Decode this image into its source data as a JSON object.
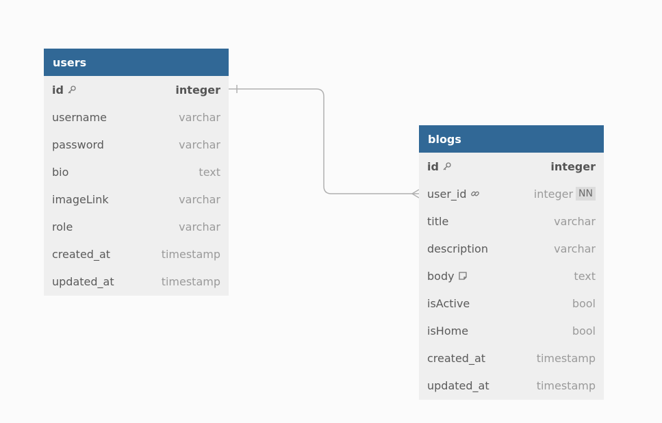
{
  "diagram": {
    "tables": [
      {
        "id": "users",
        "name": "users",
        "fields": [
          {
            "name": "id",
            "type": "integer",
            "pk": true,
            "icon": "key-icon"
          },
          {
            "name": "username",
            "type": "varchar"
          },
          {
            "name": "password",
            "type": "varchar"
          },
          {
            "name": "bio",
            "type": "text"
          },
          {
            "name": "imageLink",
            "type": "varchar"
          },
          {
            "name": "role",
            "type": "varchar"
          },
          {
            "name": "created_at",
            "type": "timestamp"
          },
          {
            "name": "updated_at",
            "type": "timestamp"
          }
        ]
      },
      {
        "id": "blogs",
        "name": "blogs",
        "fields": [
          {
            "name": "id",
            "type": "integer",
            "pk": true,
            "icon": "key-icon"
          },
          {
            "name": "user_id",
            "type": "integer",
            "icon": "link-icon",
            "badge": "NN"
          },
          {
            "name": "title",
            "type": "varchar"
          },
          {
            "name": "description",
            "type": "varchar"
          },
          {
            "name": "body",
            "type": "text",
            "icon": "note-icon"
          },
          {
            "name": "isActive",
            "type": "bool"
          },
          {
            "name": "isHome",
            "type": "bool"
          },
          {
            "name": "created_at",
            "type": "timestamp"
          },
          {
            "name": "updated_at",
            "type": "timestamp"
          }
        ]
      }
    ],
    "relations": [
      {
        "from": "users.id",
        "to": "blogs.user_id",
        "from_end": "one",
        "to_end": "many"
      }
    ],
    "colors": {
      "header": "#316896",
      "header_text": "#ffffff",
      "body": "#efefef",
      "line": "#b0b0b0",
      "background": "#fbfbfb"
    }
  }
}
